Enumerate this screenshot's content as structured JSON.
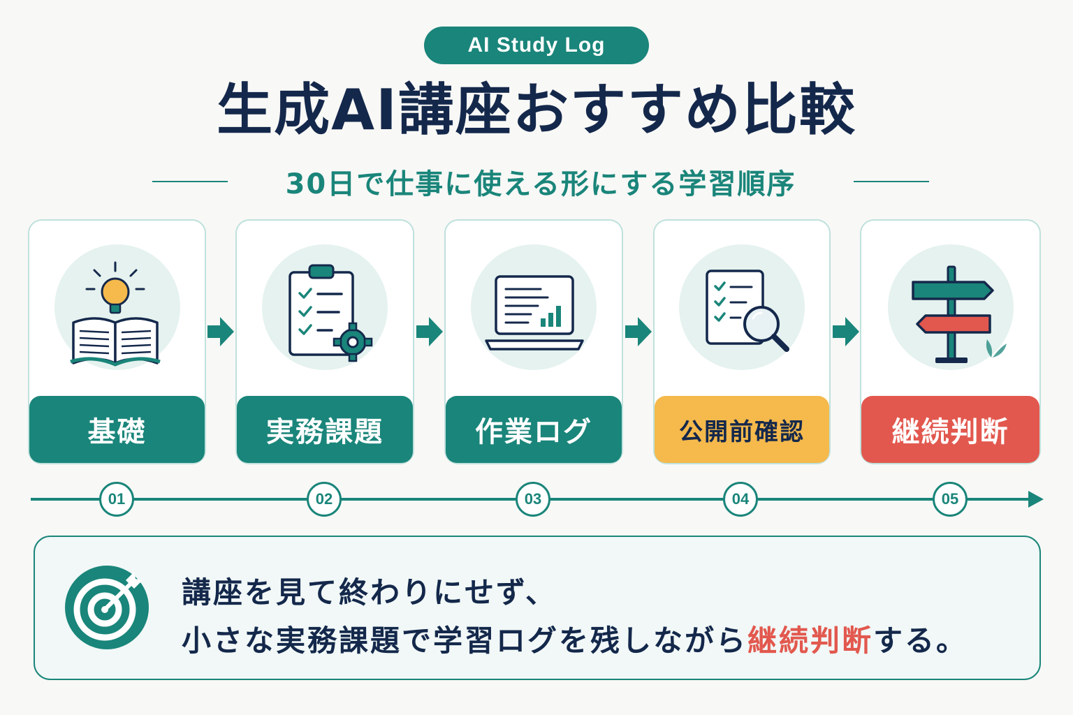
{
  "badge": "AI Study Log",
  "title": "生成AI講座おすすめ比較",
  "subtitle": "30日で仕事に使える形にする学習順序",
  "steps": [
    {
      "label": "基礎",
      "number": "01",
      "icon": "book-lightbulb-icon"
    },
    {
      "label": "実務課題",
      "number": "02",
      "icon": "clipboard-checklist-gear-icon"
    },
    {
      "label": "作業ログ",
      "number": "03",
      "icon": "laptop-chart-icon"
    },
    {
      "label": "公開前確認",
      "number": "04",
      "icon": "document-magnifier-icon"
    },
    {
      "label": "継続判断",
      "number": "05",
      "icon": "signpost-icon"
    }
  ],
  "summary": {
    "line1": "講座を見て終わりにせず、",
    "line2_before": "小さな実務課題で学習ログを残しながら",
    "line2_accent": "継続判断",
    "line2_after": "する。",
    "icon": "target-arrow-icon"
  },
  "colors": {
    "teal": "#1a857a",
    "navy": "#14284b",
    "yellow": "#f5b94c",
    "red": "#e2584e"
  }
}
